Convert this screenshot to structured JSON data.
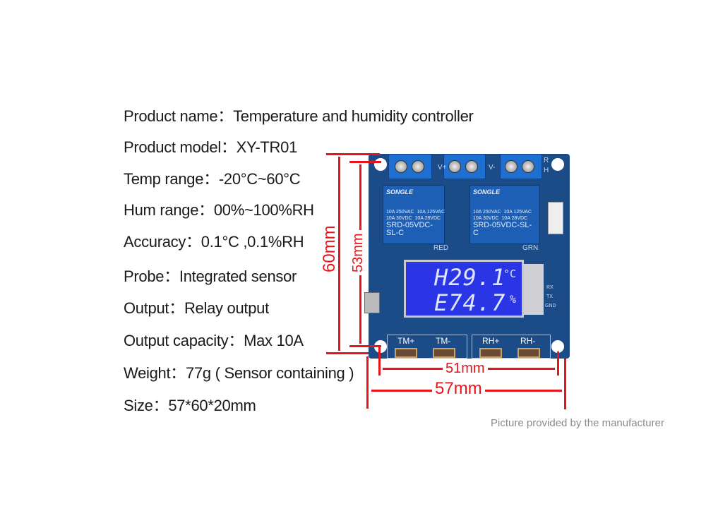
{
  "specs": [
    {
      "label": "Product name",
      "value": "Temperature and humidity controller"
    },
    {
      "label": "Product model",
      "value": "XY-TR01"
    },
    {
      "label": "Temp range",
      "value": "-20°C~60°C"
    },
    {
      "label": "Hum range",
      "value": "00%~100%RH"
    },
    {
      "label": "Accuracy",
      "value": "0.1°C ,0.1%RH"
    },
    {
      "label": "Probe",
      "value": "Integrated sensor"
    },
    {
      "label": "Output",
      "value": "Relay output"
    },
    {
      "label": "Output capacity",
      "value": "Max 10A"
    },
    {
      "label": "Weight",
      "value": "77g ( Sensor containing )"
    },
    {
      "label": "Size",
      "value": "57*60*20mm"
    }
  ],
  "separator": "：",
  "dimensions": {
    "height_outer": "60mm",
    "height_inner": "53mm",
    "width_inner": "51mm",
    "width_outer": "57mm"
  },
  "board": {
    "terminal_labels": [
      "V+",
      "V-",
      "R",
      "H"
    ],
    "relay_brand": "SONGLE",
    "relay_rating": "10A 250VAC  10A 125VAC\n10A 30VDC  10A 28VDC",
    "relay_model": "SRD-05VDC-SL-C",
    "led_labels": [
      "RED",
      "GRN"
    ],
    "pin_labels": [
      "RX",
      "TX",
      "GND"
    ],
    "lcd": {
      "line1": "H29.1",
      "unit1": "°C",
      "line2": "E74.7",
      "unit2": "%"
    },
    "buttons": [
      "TM+",
      "TM-",
      "RH+",
      "RH-"
    ]
  },
  "caption": "Picture provided by the manufacturer",
  "colors": {
    "dimension": "#e8141c",
    "board": "#1b4c88",
    "lcd": "#2a35e6"
  }
}
